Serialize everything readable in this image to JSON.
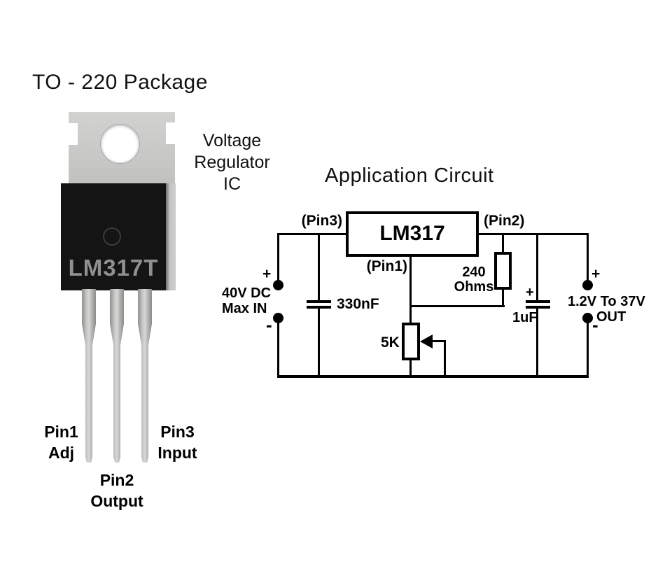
{
  "package": {
    "title": "TO - 220 Package",
    "annotation": [
      "Voltage",
      "Regulator",
      "IC"
    ],
    "chip_marking": "LM317T",
    "pins": [
      {
        "name": "Pin1",
        "role": "Adj"
      },
      {
        "name": "Pin2",
        "role": "Output"
      },
      {
        "name": "Pin3",
        "role": "Input"
      }
    ]
  },
  "circuit": {
    "title": "Application Circuit",
    "ic": "LM317",
    "pin1": "(Pin1)",
    "pin2": "(Pin2)",
    "pin3": "(Pin3)",
    "input": {
      "plus": "+",
      "minus": "-",
      "line1": "40V DC",
      "line2": "Max IN"
    },
    "output": {
      "plus": "+",
      "minus": "-",
      "range": "1.2V To 37V",
      "label": "OUT"
    },
    "components": {
      "input_cap": "330nF",
      "resistor_value": "240",
      "resistor_unit": "Ohms",
      "potentiometer": "5K",
      "output_cap": "1uF",
      "output_cap_polarity": "+"
    }
  },
  "colors": {
    "background": "#ffffff",
    "wire": "#000000",
    "tab_metal": "#c7c7c5",
    "package_body": "#141414",
    "chip_marking_text": "#909090",
    "leg_metal": "#b5b5b3"
  }
}
